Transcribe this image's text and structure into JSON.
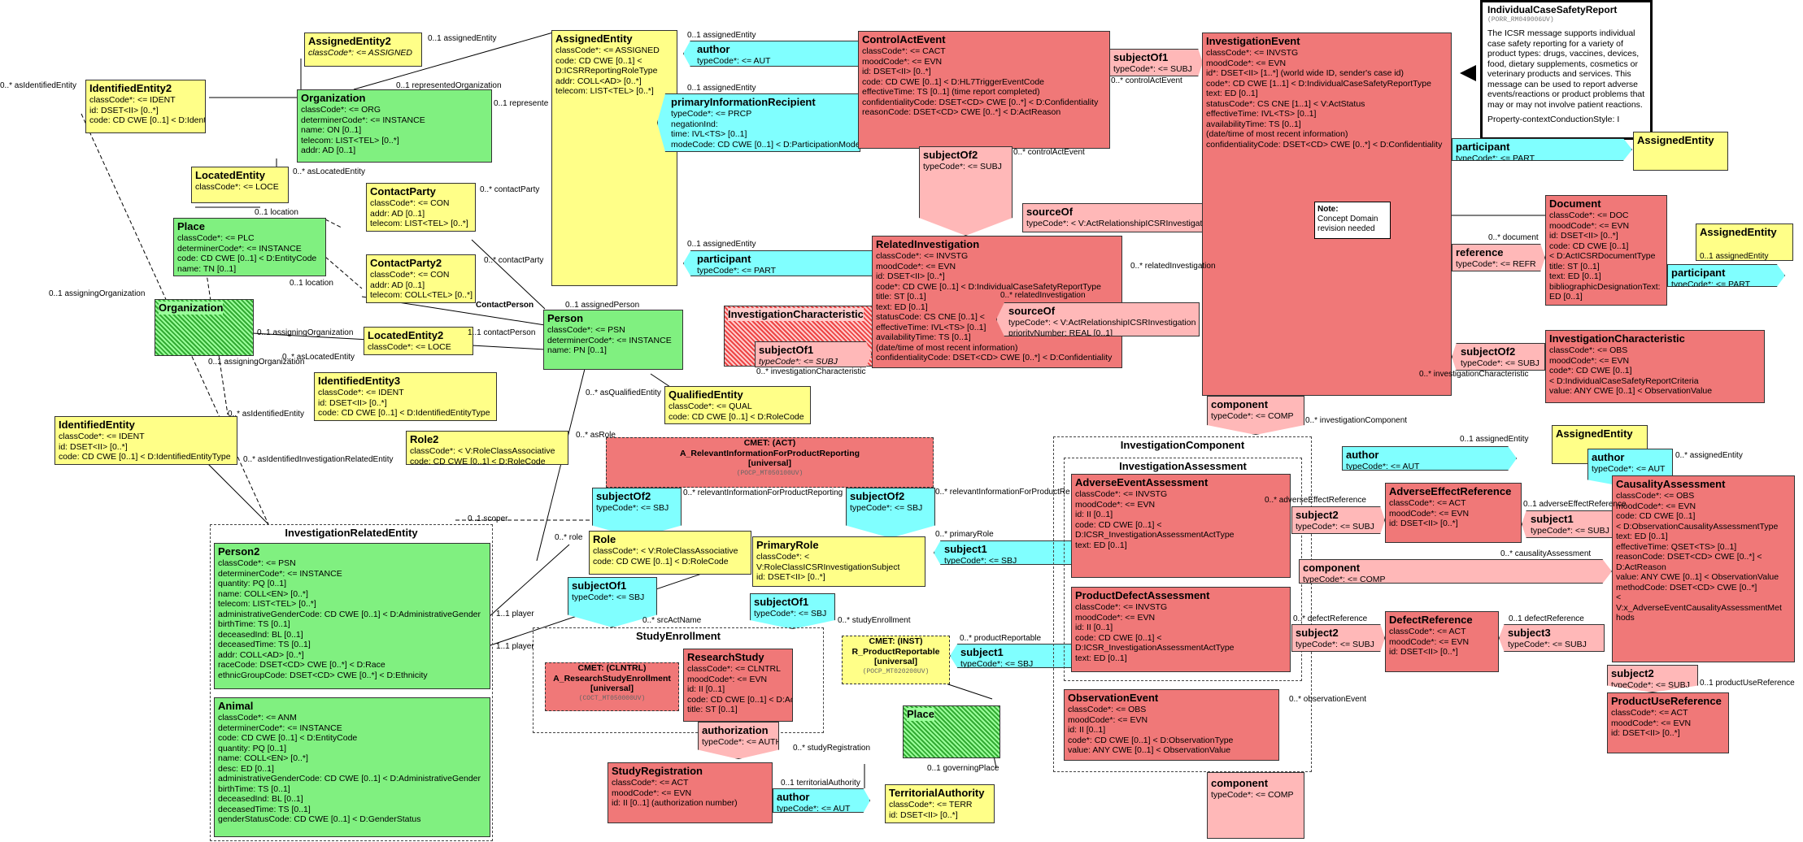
{
  "classes": {
    "assignedEntity2": {
      "title": "AssignedEntity2",
      "lines": [
        "classCode*: <= ASSIGNED"
      ]
    },
    "identifiedEntity2": {
      "title": "IdentifiedEntity2",
      "lines": [
        "classCode*: <= IDENT",
        "id: DSET<II> [0..*]",
        "code: CD CWE [0..1] < D:IdentifiedEntityType"
      ]
    },
    "organization": {
      "title": "Organization",
      "lines": [
        "classCode*: <= ORG",
        "determinerCode*: <= INSTANCE",
        "name: ON [0..1]",
        "telecom: LIST<TEL> [0..*]",
        "addr: AD [0..1]"
      ]
    },
    "locatedEntity": {
      "title": "LocatedEntity",
      "lines": [
        "classCode*: <= LOCE"
      ]
    },
    "contactParty": {
      "title": "ContactParty",
      "lines": [
        "classCode*: <= CON",
        "addr: AD [0..1]",
        "telecom: LIST<TEL> [0..*]"
      ]
    },
    "place": {
      "title": "Place",
      "lines": [
        "classCode*: <= PLC",
        "determinerCode*: <= INSTANCE",
        "code: CD CWE [0..1] < D:EntityCode",
        "name: TN [0..1]"
      ]
    },
    "contactParty2": {
      "title": "ContactParty2",
      "lines": [
        "classCode*: <= CON",
        "addr: AD [0..1]",
        "telecom: COLL<TEL> [0..*]"
      ]
    },
    "organizationHatch": {
      "title": "Organization"
    },
    "locatedEntity2": {
      "title": "LocatedEntity2",
      "lines": [
        "classCode*: <= LOCE"
      ]
    },
    "identifiedEntity3": {
      "title": "IdentifiedEntity3",
      "lines": [
        "classCode*: <= IDENT",
        "id: DSET<II> [0..*]",
        "code: CD CWE [0..1] < D:IdentifiedEntityType"
      ]
    },
    "identifiedEntity": {
      "title": "IdentifiedEntity",
      "lines": [
        "classCode*: <= IDENT",
        "id: DSET<II> [0..*]",
        "code: CD CWE [0..1] < D:IdentifiedEntityType"
      ]
    },
    "role2": {
      "title": "Role2",
      "lines": [
        "classCode*: < V:RoleClassAssociative",
        "code: CD CWE [0..1] < D:RoleCode"
      ]
    },
    "assignedEntityMain": {
      "title": "AssignedEntity",
      "lines": [
        "classCode*: <= ASSIGNED",
        "code: CD CWE [0..1] <",
        "D:ICSRReportingRoleType",
        "addr: COLL<AD> [0..*]",
        "telecom: LIST<TEL> [0..*]"
      ]
    },
    "person": {
      "title": "Person",
      "lines": [
        "classCode*: <= PSN",
        "determinerCode*: <= INSTANCE",
        "name: PN [0..1]"
      ]
    },
    "qualifiedEntity": {
      "title": "QualifiedEntity",
      "lines": [
        "classCode*: <= QUAL",
        "code: CD CWE [0..1] < D:RoleCode"
      ]
    },
    "author1": {
      "title": "author",
      "lines": [
        "typeCode*: <= AUT"
      ]
    },
    "primaryInfoRecipient": {
      "title": "primaryInformationRecipient",
      "lines": [
        "typeCode*: <= PRCP",
        "negationInd:",
        "time: IVL<TS> [0..1]",
        "modeCode: CD CWE [0..1] < D:ParticipationMode"
      ]
    },
    "participant1": {
      "title": "participant",
      "lines": [
        "typeCode*: <= PART"
      ]
    },
    "controlActEvent": {
      "title": "ControlActEvent",
      "lines": [
        "classCode*: <= CACT",
        "moodCode*: <= EVN",
        "id: DSET<II> [0..*]",
        "code: CD CWE [0..1] < D:HL7TriggerEventCode",
        "effectiveTime: TS [0..1] (time report completed)",
        "confidentialityCode: DSET<CD> CWE [0..*] < D:Confidentiality",
        "reasonCode: DSET<CD> CWE [0..*] < D:ActReason"
      ]
    },
    "subjectOf1Top": {
      "title": "subjectOf1",
      "lines": [
        "typeCode*: <= SUBJ"
      ]
    },
    "subjectOf2Top": {
      "title": "subjectOf2",
      "lines": [
        "typeCode*: <= SUBJ"
      ]
    },
    "sourceOfTop": {
      "title": "sourceOf",
      "lines": [
        "typeCode*: < V:ActRelationshipICSRInvestigation"
      ]
    },
    "relatedInvestigation": {
      "title": "RelatedInvestigation",
      "lines": [
        "classCode*: <= INVSTG",
        "moodCode*: <= EVN",
        "id: DSET<II> [0..*]",
        "code*: CD CWE [0..1] < D:IndividualCaseSafetyReportType",
        "title: ST [0..1]",
        "text: ED [0..1]",
        "statusCode: CS CNE [0..1] <",
        "effectiveTime: IVL<TS> [0..1]",
        "availabilityTime: TS [0..1]",
        "(date/time of most recent information)",
        "confidentialityCode: DSET<CD> CWE [0..*] < D:Confidentiality"
      ]
    },
    "sourceOfInner": {
      "title": "sourceOf",
      "lines": [
        "typeCode*: < V:ActRelationshipICSRInvestigation",
        "priorityNumber: REAL [0..1]"
      ]
    },
    "invCharHatch": {
      "title": "InvestigationCharacteristic"
    },
    "subjectOf1Mid": {
      "title": "subjectOf1",
      "lines": [
        "typeCode*: <= SUBJ"
      ]
    },
    "investigationEvent": {
      "title": "InvestigationEvent",
      "lines": [
        "classCode*: <= INVSTG",
        "moodCode*: <= EVN",
        "id*: DSET<II> [1..*] (world wide ID, sender's case id)",
        "code*: CD CWE [1..1] < D:IndividualCaseSafetyReportType",
        "text: ED [0..1]",
        "statusCode*: CS CNE [1..1] < V:ActStatus",
        "effectiveTime: IVL<TS> [0..1]",
        "availabilityTime: TS [0..1]",
        "(date/time of most recent information)",
        "confidentialityCode: DSET<CD> CWE [0..*] < D:Confidentiality"
      ]
    },
    "componentTop": {
      "title": "component",
      "lines": [
        "typeCode*: <= COMP"
      ]
    },
    "participantRight": {
      "title": "participant",
      "lines": [
        "typeCode*: <= PART"
      ]
    },
    "assignedEntityR1": {
      "title": "AssignedEntity"
    },
    "document": {
      "title": "Document",
      "lines": [
        "classCode*: <= DOC",
        "moodCode*: <= EVN",
        "id: DSET<II> [0..*]",
        "code: CD CWE [0..1]",
        "< D:ActICSRDocumentType",
        "title: ST [0..1]",
        "text: ED [0..1]",
        "bibliographicDesignationText:",
        "ED [0..1]"
      ]
    },
    "referenceR": {
      "title": "reference",
      "lines": [
        "typeCode*: <= REFR"
      ]
    },
    "assignedEntityR2": {
      "title": "AssignedEntity"
    },
    "participantR2": {
      "title": "participant",
      "lines": [
        "typeCode*: <= PART"
      ]
    },
    "subjectOf2R": {
      "title": "subjectOf2",
      "lines": [
        "typeCode*: <= SUBJ"
      ]
    },
    "invCharR": {
      "title": "InvestigationCharacteristic",
      "lines": [
        "classCode*: <= OBS",
        "moodCode*: <= EVN",
        "code*: CD CWE [0..1]",
        "< D:IndividualCaseSafetyReportCriteria",
        "value: ANY CWE [0..1] < ObservationValue"
      ]
    },
    "cmetTop": {
      "title": "CMET: (ACT)",
      "lines": [
        "A_RelevantInformationForProductReporting",
        "[universal]"
      ],
      "code": "(POCP_MT050100UV)"
    },
    "subjectOf2a": {
      "title": "subjectOf2",
      "lines": [
        "typeCode*: <= SBJ"
      ]
    },
    "subjectOf2b": {
      "title": "subjectOf2",
      "lines": [
        "typeCode*: <= SBJ"
      ]
    },
    "role": {
      "title": "Role",
      "lines": [
        "classCode*: < V:RoleClassAssociative",
        "code: CD CWE [0..1] < D:RoleCode"
      ]
    },
    "primaryRole": {
      "title": "PrimaryRole",
      "lines": [
        "classCode*: <",
        "V:RoleClassICSRInvestigationSubject",
        "id: DSET<II> [0..*]"
      ]
    },
    "subjectOf1a": {
      "title": "subjectOf1",
      "lines": [
        "typeCode*: <= SBJ"
      ]
    },
    "subjectOf1b": {
      "title": "subjectOf1",
      "lines": [
        "typeCode*: <= SBJ"
      ]
    },
    "subject1a": {
      "title": "subject1",
      "lines": [
        "typeCode*: <= SBJ"
      ]
    },
    "subject1b": {
      "title": "subject1",
      "lines": [
        "typeCode*: <= SBJ"
      ]
    },
    "person2": {
      "title": "Person2",
      "lines": [
        "classCode*: <= PSN",
        "determinerCode*: <= INSTANCE",
        "quantity: PQ [0..1]",
        "name: COLL<EN> [0..*]",
        "telecom: LIST<TEL> [0..*]",
        "administrativeGenderCode: CD CWE [0..1] < D:AdministrativeGender",
        "birthTime: TS [0..1]",
        "deceasedInd: BL [0..1]",
        "deceasedTime: TS [0..1]",
        "addr: COLL<AD> [0..*]",
        "raceCode: DSET<CD> CWE [0..*] < D:Race",
        "ethnicGroupCode: DSET<CD> CWE [0..*] < D:Ethnicity"
      ]
    },
    "animal": {
      "title": "Animal",
      "lines": [
        "classCode*: <= ANM",
        "determinerCode*: <= INSTANCE",
        "code: CD CWE [0..1] < D:EntityCode",
        "quantity: PQ [0..1]",
        "name: COLL<EN> [0..*]",
        "desc: ED [0..1]",
        "administrativeGenderCode: CD CWE [0..1] < D:AdministrativeGender",
        "birthTime: TS [0..1]",
        "deceasedInd: BL [0..1]",
        "deceasedTime: TS [0..1]",
        "genderStatusCode: CD CWE [0..1] < D:GenderStatus"
      ]
    },
    "cmetStudy": {
      "title": "CMET: (CLNTRL)",
      "lines": [
        "A_ResearchStudyEnrollment",
        "[universal]"
      ],
      "code": "(COCT_MT050000UV)"
    },
    "researchStudy": {
      "title": "ResearchStudy",
      "lines": [
        "classCode*: <= CLNTRL",
        "moodCode*: <= EVN",
        "id: II [0..1]",
        "code: CD CWE [0..1] < D:ActCode",
        "title: ST [0..1]"
      ]
    },
    "authorization": {
      "title": "authorization",
      "lines": [
        "typeCode*: <= AUTH"
      ]
    },
    "studyRegistration": {
      "title": "StudyRegistration",
      "lines": [
        "classCode*: <= ACT",
        "moodCode*: <= EVN",
        "id: II [0..1] (authorization number)"
      ]
    },
    "author2": {
      "title": "author",
      "lines": [
        "typeCode*: <= AUT"
      ]
    },
    "territorialAuthority": {
      "title": "TerritorialAuthority",
      "lines": [
        "classCode*: <= TERR",
        "id: DSET<II> [0..*]"
      ]
    },
    "placeHatch": {
      "title": "Place"
    },
    "cmetProduct": {
      "title": "CMET: (INST)",
      "lines": [
        "R_ProductReportable",
        "[universal]"
      ],
      "code": "(POCP_MT020200UV)"
    },
    "adverseEventAssessment": {
      "title": "AdverseEventAssessment",
      "lines": [
        "classCode*: <= INVSTG",
        "moodCode*: <= EVN",
        "id: II [0..1]",
        "code: CD CWE [0..1] <",
        "D:ICSR_InvestigationAssessmentActType",
        "text: ED [0..1]"
      ]
    },
    "productDefectAssessment": {
      "title": "ProductDefectAssessment",
      "lines": [
        "classCode*: <= INVSTG",
        "moodCode*: <= EVN",
        "id: II [0..1]",
        "code: CD CWE [0..1] <",
        "D:ICSR_InvestigationAssessmentActType",
        "text: ED [0..1]"
      ]
    },
    "observationEvent": {
      "title": "ObservationEvent",
      "lines": [
        "classCode*: <= OBS",
        "moodCode*: <= EVN",
        "id: II [0..1]",
        "code*: CD CWE [0..1] < D:ObservationType",
        "value: ANY CWE [0..1] < ObservationValue"
      ]
    },
    "componentBottom": {
      "title": "component",
      "lines": [
        "typeCode*: <= COMP"
      ]
    },
    "authorR": {
      "title": "author",
      "lines": [
        "typeCode*: <= AUT"
      ]
    },
    "assignedEntityR3": {
      "title": "AssignedEntity"
    },
    "authorR2": {
      "title": "author",
      "lines": [
        "typeCode*: <= AUT"
      ]
    },
    "subject2a": {
      "title": "subject2",
      "lines": [
        "typeCode*: <= SUBJ"
      ]
    },
    "adverseEffectReference": {
      "title": "AdverseEffectReference",
      "lines": [
        "classCode*: <= ACT",
        "moodCode*: <= EVN",
        "id: DSET<II> [0..*]"
      ]
    },
    "subject1R": {
      "title": "subject1",
      "lines": [
        "typeCode*: <= SUBJ"
      ]
    },
    "componentMid": {
      "title": "component",
      "lines": [
        "typeCode*: <= COMP"
      ]
    },
    "subject2b": {
      "title": "subject2",
      "lines": [
        "typeCode*: <= SUBJ"
      ]
    },
    "defectReference": {
      "title": "DefectReference",
      "lines": [
        "classCode*: <= ACT",
        "moodCode*: <= EVN",
        "id: DSET<II> [0..*]"
      ]
    },
    "subject3": {
      "title": "subject3",
      "lines": [
        "typeCode*: <= SUBJ"
      ]
    },
    "causalityAssessment": {
      "title": "CausalityAssessment",
      "lines": [
        "classCode*: <= OBS",
        "moodCode*: <= EVN",
        "code: CD CWE [0..1]",
        "< D:ObservationCausalityAssessmentType",
        "text: ED [0..1]",
        "effectiveTime: QSET<TS> [0..1]",
        "reasonCode: DSET<CD> CWE [0..*] <",
        "D:ActReason",
        "value: ANY CWE [0..1] < ObservationValue",
        "methodCode: DSET<CD> CWE [0..*]",
        "<",
        "V:x_AdverseEventCausalityAssessmentMet",
        "hods"
      ]
    },
    "subject2c": {
      "title": "subject2",
      "lines": [
        "typeCode*: <= SUBJ"
      ]
    },
    "productUseReference": {
      "title": "ProductUseReference",
      "lines": [
        "classCode*: <= ACT",
        "moodCode*: <= EVN",
        "id: DSET<II> [0..*]"
      ]
    }
  },
  "groups": {
    "investigationRelatedEntity": "InvestigationRelatedEntity",
    "studyEnrollment": "StudyEnrollment",
    "investigationComponent": "InvestigationComponent",
    "investigationAssessment": "InvestigationAssessment"
  },
  "header": {
    "title": "IndividualCaseSafetyReport",
    "code": "(PORR_RM049006UV)",
    "desc": "The ICSR message supports individual case safety reporting for a variety of product types: drugs, vaccines, devices, food, dietary supplements, cosmetics or veterinary products and services. This message can be used to report adverse events/reactions or product problems that may or may not involve patient reactions.",
    "style": "Property-contextConductionStyle: I"
  },
  "note": {
    "title": "Note:",
    "text": "Concept Domain revision needed"
  },
  "labels": {
    "l1": "0..1 assignedEntity",
    "l2": "0..* asIdentifiedEntity",
    "l3": "0..1 representedOrganization",
    "l4": "0..1 represente",
    "l5": "0..* asLocatedEntity",
    "l6": "0..* contactParty",
    "l7": "0..1 location",
    "l8": "0..* contactParty",
    "l9": "0..1 location",
    "l10": "0..1 assigningOrganization",
    "l11": "0..1 assigningOrganization",
    "l12": "0..* asLocatedEntity",
    "l13": "ContactPerson",
    "l14": "1..1 contactPerson",
    "l15": "0..1 assigningOrganization",
    "l16": "0..* asIdentifiedEntity",
    "l17": "0..* asIdentifiedInvestigationRelatedEntity",
    "l18": "0..1 assignedPerson",
    "l19": "0..* asQualifiedEntity",
    "l20": "0..* asRole",
    "l21": "0..1 scoper",
    "l22": "0..* role",
    "l23": "1..1 player",
    "l24": "1..1 player",
    "l25": "0..* srcActName",
    "l26": "0..* studyEnrollment",
    "l27": "0..1 assignedEntity",
    "l28": "0..1 assignedEntity",
    "l29": "0..1 assignedEntity",
    "l30": "0..* controlActEvent",
    "l31": "0..* controlActEvent",
    "l32": "0..* relatedInvestigation",
    "l33": "0..* relatedInvestigation",
    "l34": "0..* investigationCharacteristic",
    "l35": "0..* relevantInformationForProductReporting",
    "l36": "0..* relevantInformationForProductRe",
    "l37": "0..* primaryRole",
    "l38": "0..* productReportable",
    "l39": "0..* studyRegistration",
    "l40": "0..1 territorialAuthority",
    "l41": "0..1 governingPlace",
    "l42": "0..* investigationComponent",
    "l43": "0..1 assignedEntity",
    "l44": "0..* assignedEntity",
    "l45": "0..* adverseEffectReference",
    "l46": "0..1 adverseEffectReference",
    "l47": "0..* causalityAssessment",
    "l48": "0..* defectReference",
    "l49": "0..1 defectReference",
    "l50": "0..1 productUseReference",
    "l51": "0..* observationEvent",
    "l52": "0..* document",
    "l53": "0..1 assignedEntity",
    "l54": "0..* investigationCharacteristic"
  }
}
